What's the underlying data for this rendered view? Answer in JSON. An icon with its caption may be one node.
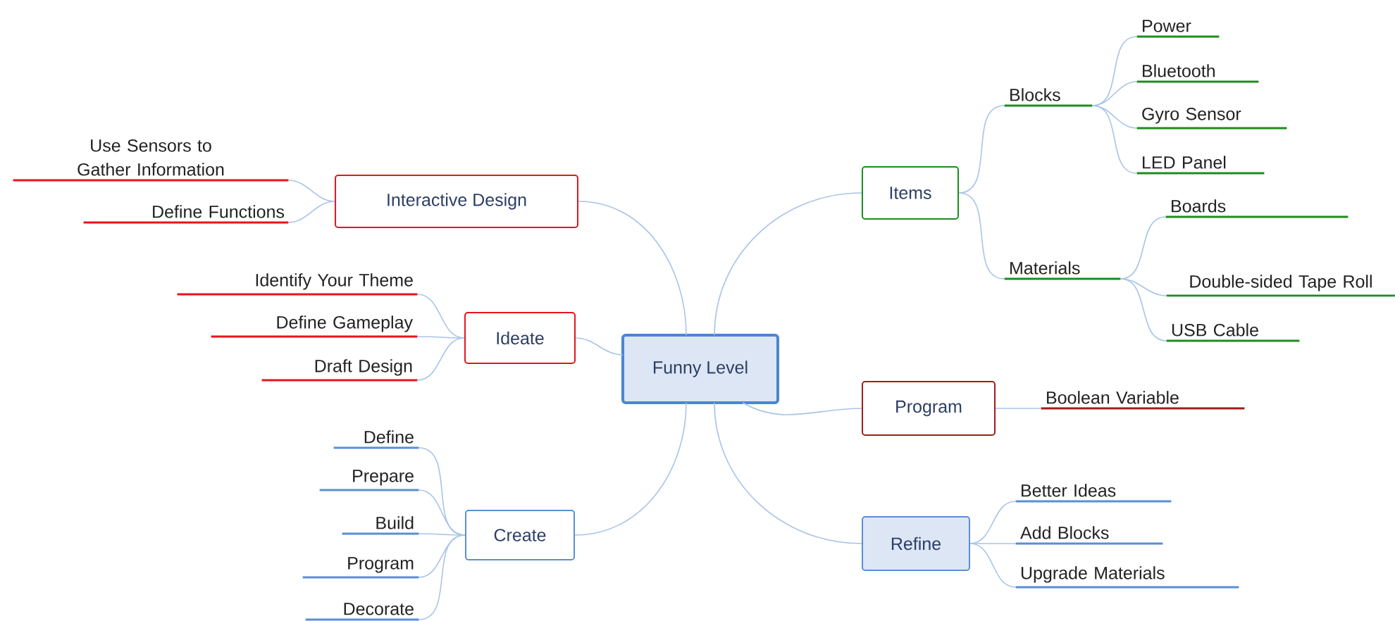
{
  "diagram": {
    "nodes": [
      {
        "text": [
          "Funny Level"
        ]
      },
      {
        "text": [
          "Interactive Design"
        ]
      },
      {
        "text": [
          "Use Sensors to Gather Information"
        ]
      },
      {
        "text": [
          "Define Functions"
        ]
      },
      {
        "text": [
          "Ideate"
        ]
      },
      {
        "text": [
          "Identify Your Theme"
        ]
      },
      {
        "text": [
          "Define Gameplay"
        ]
      },
      {
        "text": [
          "Draft Design"
        ]
      },
      {
        "text": [
          "Create"
        ]
      },
      {
        "text": [
          "Define"
        ]
      },
      {
        "text": [
          "Prepare"
        ]
      },
      {
        "text": [
          "Build"
        ]
      },
      {
        "text": [
          "Program"
        ]
      },
      {
        "text": [
          "Decorate"
        ]
      },
      {
        "text": [
          "Items"
        ]
      },
      {
        "text": [
          "Blocks"
        ]
      },
      {
        "text": [
          "Power"
        ]
      },
      {
        "text": [
          "Bluetooth"
        ]
      },
      {
        "text": [
          "Gyro Sensor"
        ]
      },
      {
        "text": [
          "LED Panel"
        ]
      },
      {
        "text": [
          "Materials"
        ]
      },
      {
        "text": [
          "Boards"
        ]
      },
      {
        "text": [
          "Double-sided Tape Roll"
        ]
      },
      {
        "text": [
          "USB Cable"
        ]
      },
      {
        "text": [
          "Program"
        ]
      },
      {
        "text": [
          "Boolean Variable"
        ]
      },
      {
        "text": [
          "Refine"
        ]
      },
      {
        "text": [
          "Better Ideas"
        ]
      },
      {
        "text": [
          "Add Blocks"
        ]
      },
      {
        "text": [
          "Upgrade Materials"
        ]
      }
    ],
    "edges": [
      {
        "from": 0,
        "to": 1,
        "arrow": "none"
      },
      {
        "from": 0,
        "to": 4,
        "arrow": "none"
      },
      {
        "from": 0,
        "to": 8,
        "arrow": "none"
      },
      {
        "from": 0,
        "to": 14,
        "arrow": "none"
      },
      {
        "from": 0,
        "to": 24,
        "arrow": "none"
      },
      {
        "from": 0,
        "to": 26,
        "arrow": "none"
      },
      {
        "from": 1,
        "to": 2,
        "arrow": "none"
      },
      {
        "from": 1,
        "to": 3,
        "arrow": "none"
      },
      {
        "from": 4,
        "to": 5,
        "arrow": "none"
      },
      {
        "from": 4,
        "to": 6,
        "arrow": "none"
      },
      {
        "from": 4,
        "to": 7,
        "arrow": "none"
      },
      {
        "from": 8,
        "to": 9,
        "arrow": "none"
      },
      {
        "from": 8,
        "to": 10,
        "arrow": "none"
      },
      {
        "from": 8,
        "to": 11,
        "arrow": "none"
      },
      {
        "from": 8,
        "to": 12,
        "arrow": "none"
      },
      {
        "from": 8,
        "to": 13,
        "arrow": "none"
      },
      {
        "from": 14,
        "to": 15,
        "arrow": "none"
      },
      {
        "from": 14,
        "to": 20,
        "arrow": "none"
      },
      {
        "from": 15,
        "to": 16,
        "arrow": "none"
      },
      {
        "from": 15,
        "to": 17,
        "arrow": "none"
      },
      {
        "from": 15,
        "to": 18,
        "arrow": "none"
      },
      {
        "from": 15,
        "to": 19,
        "arrow": "none"
      },
      {
        "from": 20,
        "to": 21,
        "arrow": "none"
      },
      {
        "from": 20,
        "to": 22,
        "arrow": "none"
      },
      {
        "from": 20,
        "to": 23,
        "arrow": "none"
      },
      {
        "from": 24,
        "to": 25,
        "arrow": "none"
      },
      {
        "from": 26,
        "to": 27,
        "arrow": "none"
      },
      {
        "from": 26,
        "to": 28,
        "arrow": "none"
      },
      {
        "from": 26,
        "to": 29,
        "arrow": "none"
      }
    ]
  }
}
